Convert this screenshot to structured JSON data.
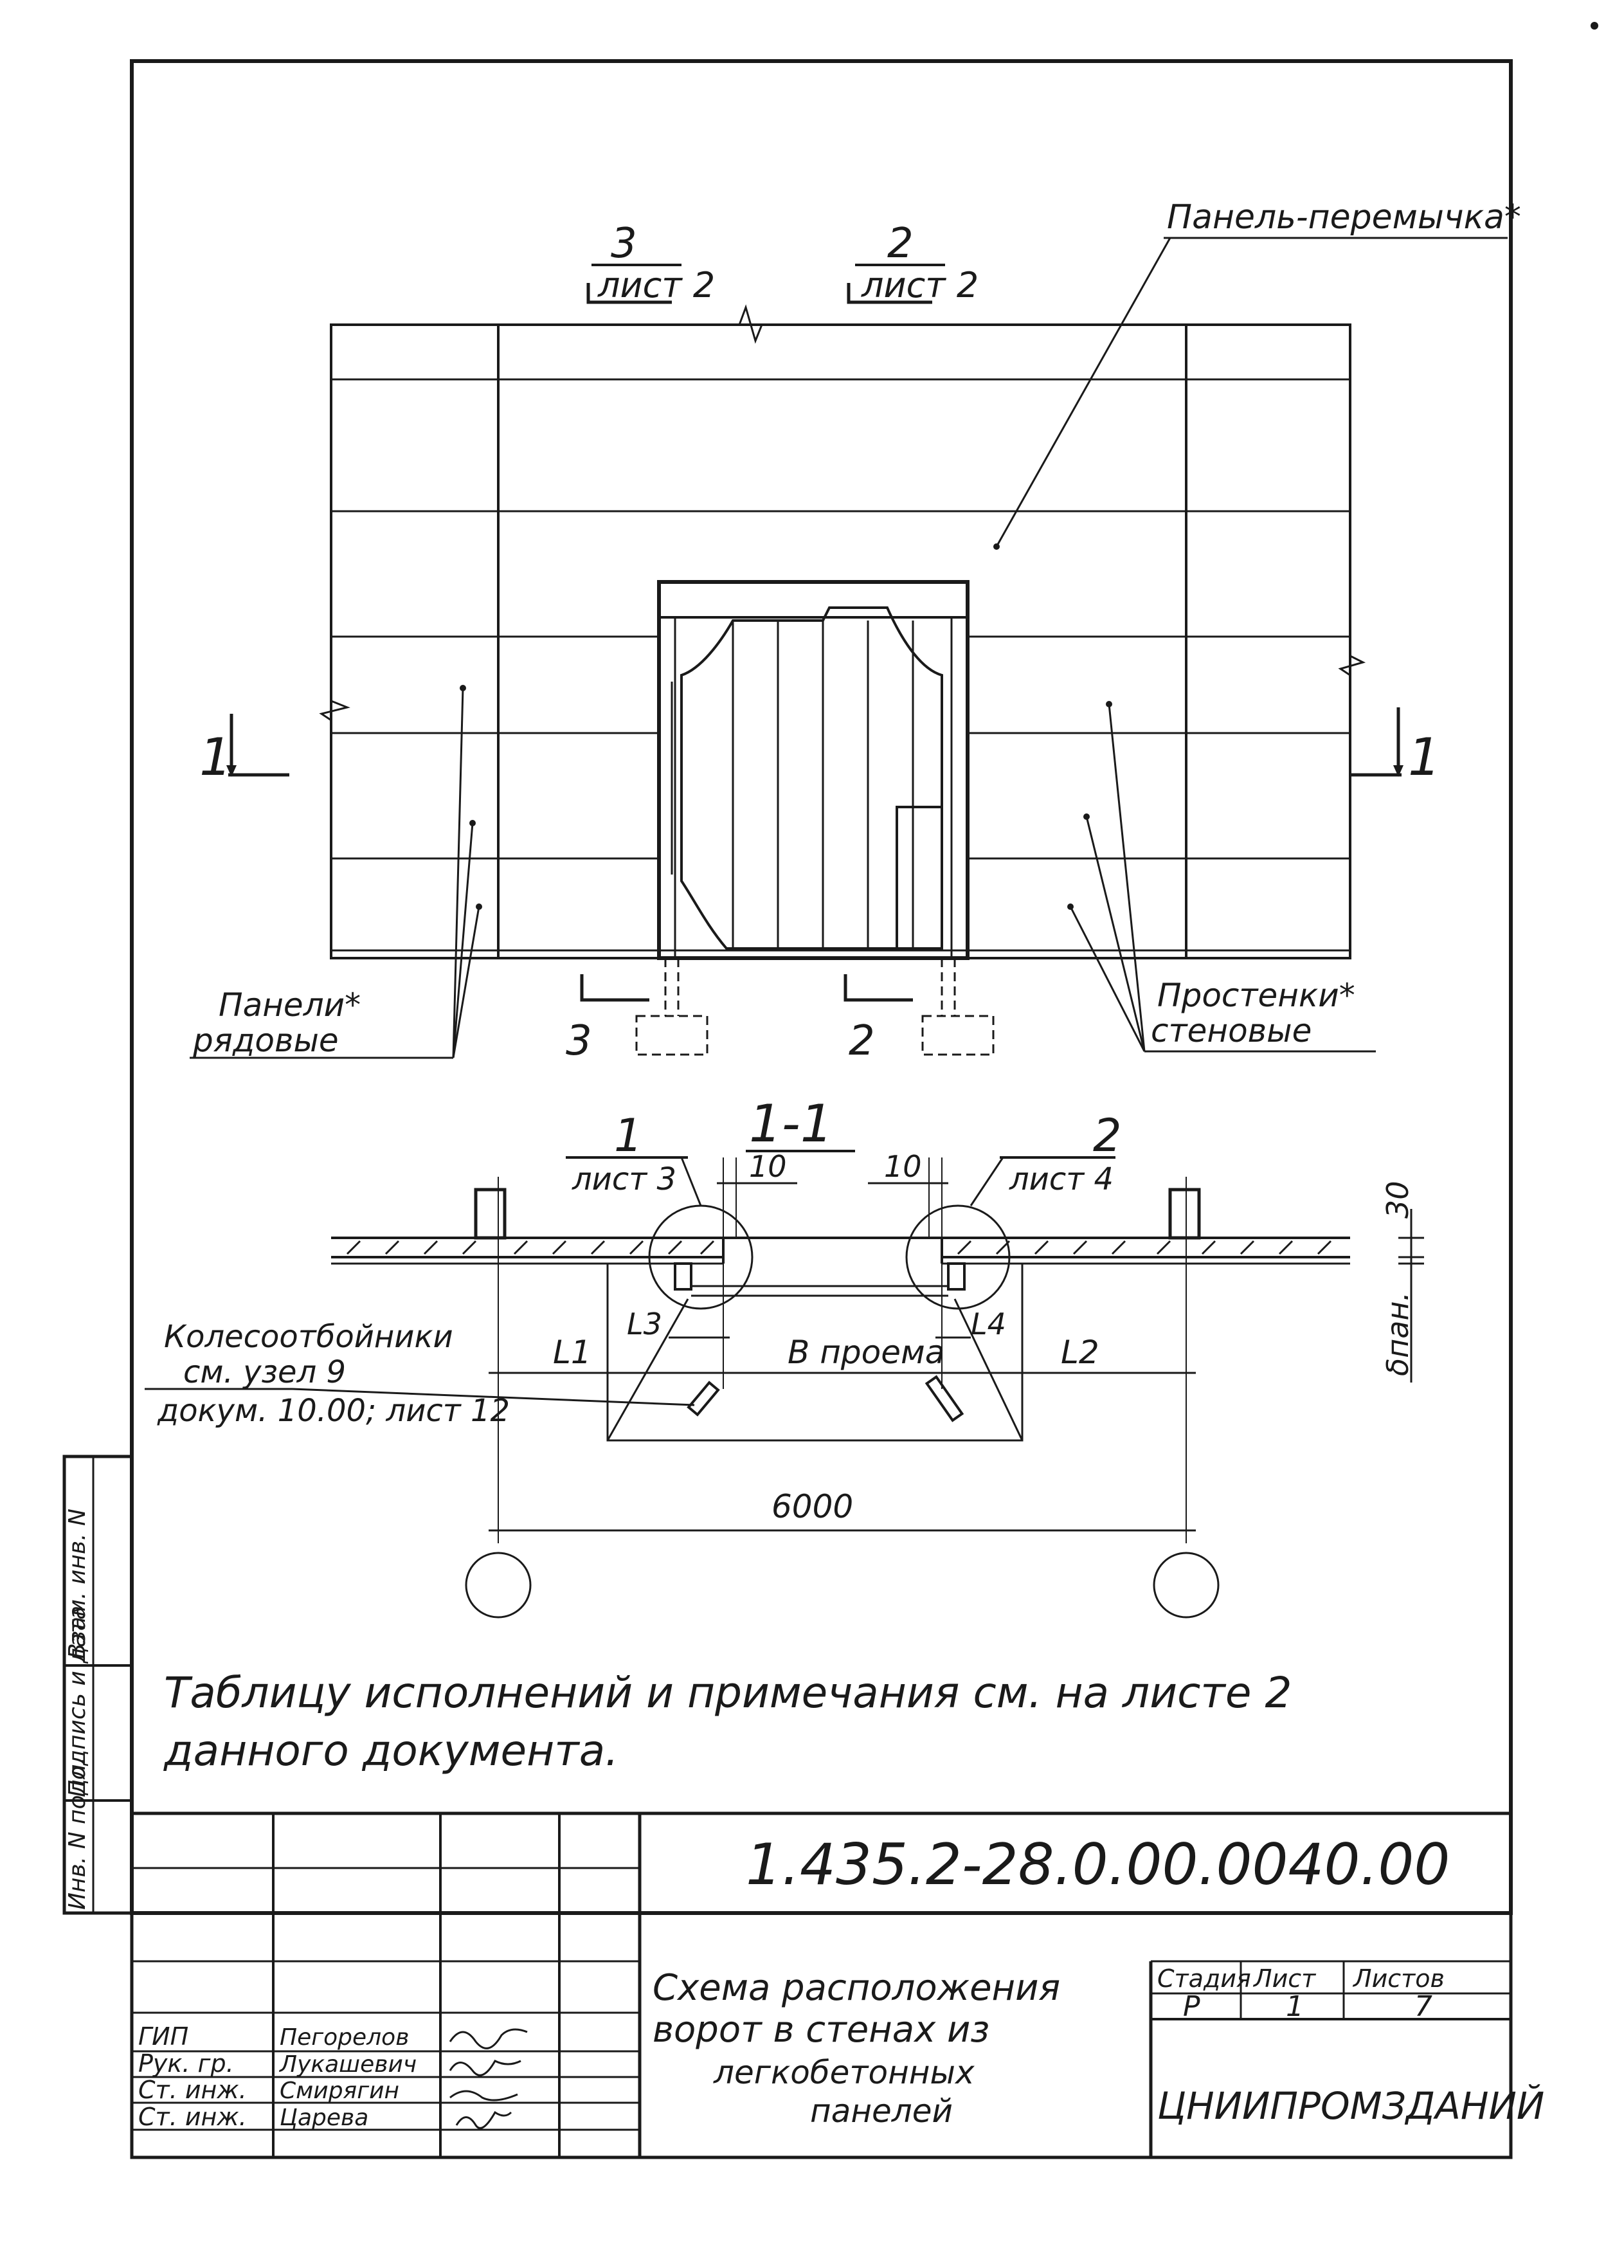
{
  "labels": {
    "cut_3_num": "3",
    "cut_3_sheet": "лист 2",
    "cut_2_num": "2",
    "cut_2_sheet": "лист 2",
    "panel_lintel": "Панель-перемычка*",
    "section_left_num": "1",
    "section_right_num": "1",
    "panels_row_line1": "Панели*",
    "panels_row_line2": "рядовые",
    "piers_line1": "Простенки*",
    "piers_line2": "стеновые",
    "cut_3_bottom": "3",
    "cut_2_bottom": "2",
    "section_title": "1-1",
    "node1_num": "1",
    "node1_sheet": "лист 3",
    "node2_num": "2",
    "node2_sheet": "лист 4",
    "dim_10_left": "10",
    "dim_10_right": "10",
    "dim_30": "30",
    "dim_bpan": "δпан.",
    "wheel_guard_line1": "Колесоотбойники",
    "wheel_guard_line2": "см. узел 9",
    "wheel_guard_line3": "докум. 10.00; лист 12",
    "dim_L1": "L1",
    "dim_L2": "L2",
    "dim_L3": "L3",
    "dim_L4": "L4",
    "dim_b_opening": "B проема",
    "dim_6000": "6000",
    "note_line1": "Таблицу исполнений и примечания см. на листе 2",
    "note_line2": "данного документа."
  },
  "margin_stamps": {
    "vzam_inv": "Взам. инв. N",
    "podpis_data": "Подпись и дата",
    "inv_podl": "Инв. N подл."
  },
  "title_block": {
    "doc_number": "1.435.2-28.0.00.0040.00",
    "title_line1": "Схема расположения",
    "title_line2": "ворот в стенах из",
    "title_line3": "легкобетонных",
    "title_line4": "панелей",
    "stage_header": "Стадия",
    "sheet_header": "Лист",
    "sheets_header": "Листов",
    "stage_value": "Р",
    "sheet_value": "1",
    "sheets_value": "7",
    "organization": "ЦНИИПРОМЗДАНИЙ",
    "signers": [
      {
        "role": "ГИП",
        "name": "Пегорелов"
      },
      {
        "role": "Рук. гр.",
        "name": "Лукашевич"
      },
      {
        "role": "Ст. инж.",
        "name": "Смирягин"
      },
      {
        "role": "Ст. инж.",
        "name": "Царева"
      }
    ]
  }
}
